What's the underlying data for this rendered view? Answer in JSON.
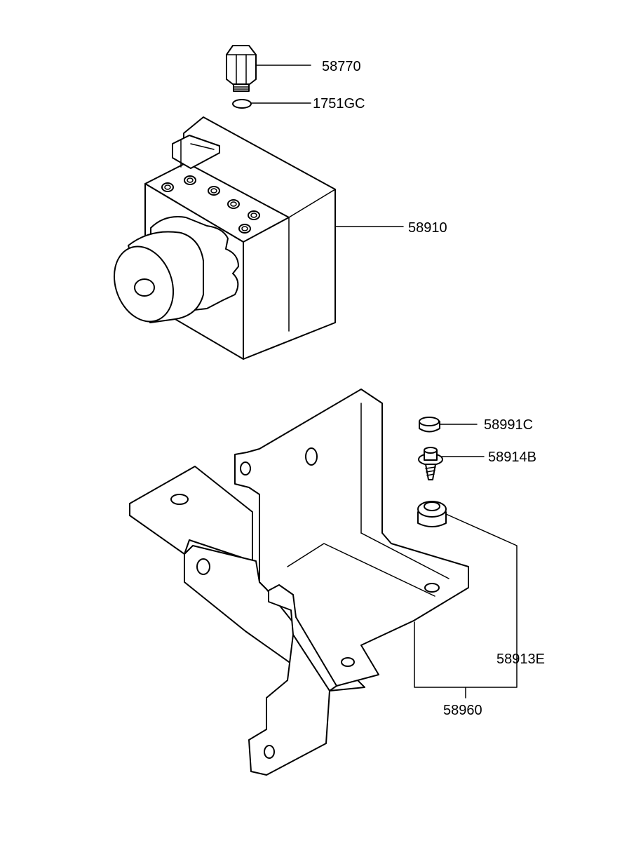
{
  "diagram": {
    "title": "",
    "parts": [
      {
        "id": "bleeder-plug",
        "number": "58770"
      },
      {
        "id": "o-ring",
        "number": "1751GC"
      },
      {
        "id": "hydraulic-unit",
        "number": "58910"
      },
      {
        "id": "cap",
        "number": "58991C"
      },
      {
        "id": "bolt",
        "number": "58914B"
      },
      {
        "id": "bracket-assembly",
        "number": "58913E"
      },
      {
        "id": "bracket",
        "number": "58960"
      }
    ],
    "colors": {
      "line": "#000000",
      "background": "#ffffff"
    }
  }
}
